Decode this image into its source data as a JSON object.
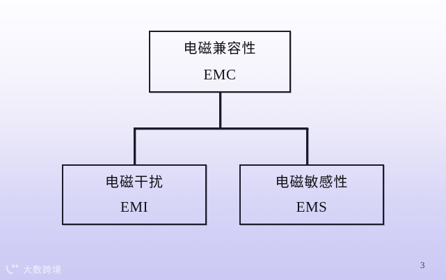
{
  "slide": {
    "page_number": "3",
    "background": {
      "top_color": "#fdfcff",
      "bottom_color": "#ccc9f4"
    },
    "line_color": "#1b1b2b"
  },
  "diagram": {
    "type": "hierarchy",
    "root": {
      "cn": "电磁兼容性",
      "en": "EMC"
    },
    "children": [
      {
        "cn": "电磁干扰",
        "en": "EMI"
      },
      {
        "cn": "电磁敏感性",
        "en": "EMS"
      }
    ]
  },
  "watermark": {
    "text": "大数跨境",
    "icon": "wave-dots-logo-icon"
  }
}
